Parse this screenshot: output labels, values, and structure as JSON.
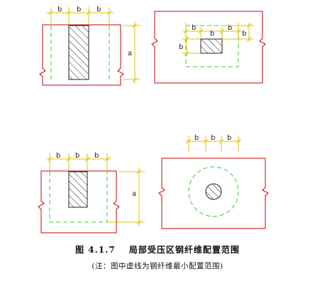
{
  "figure": {
    "number": "图 4.1.7",
    "title": "局部受压区钢纤维配置范围",
    "note": "(注：图中虚线为钢纤维最小配置范围)"
  },
  "dimension_labels": {
    "b": "b",
    "a": "a"
  },
  "colors": {
    "outline": "#cc0000",
    "dashed_region": "#33cc33",
    "dimension": "#e6c200",
    "hatch": "#222222"
  }
}
